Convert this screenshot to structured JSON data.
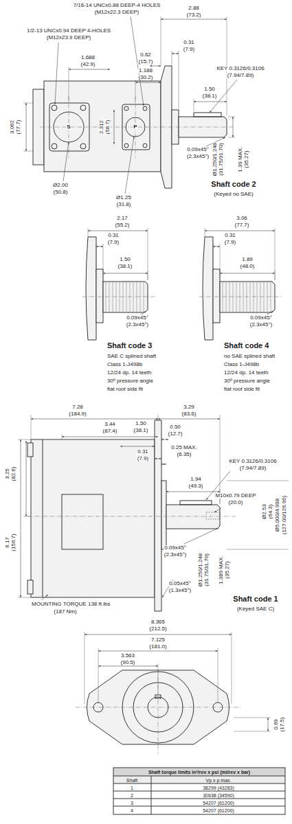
{
  "diagram": {
    "labels": [
      "7/16-14 UNCx0.88 DEEP-4 HOLES",
      "(M12x22.3 DEEP)",
      "1/2-13 UNCx0.94 DEEP 4-HOLES",
      "(M12x23.9 DEEP)",
      "1.688",
      "(42.9)",
      "0.62",
      "(15.7)",
      "1.188",
      "(30.2)",
      "2.88",
      "(73.2)",
      "0.31",
      "(7.9)",
      "KEY 0.3126/0.3106",
      "(7.94/7.89)",
      "1.50",
      "(38.1)",
      "3.062",
      "(77.7)",
      "2.312",
      "(58.7)",
      "S",
      "P",
      "0.09x45°",
      "(2.3x45°)",
      "Ø1.250/1.248",
      "(31.75/31.70)",
      "1.39 MAX.",
      "(35.27)",
      "Ø2.00",
      "(50.8)",
      "Ø1.25",
      "(31.8)",
      "Shaft code 2",
      "(Keyed no SAE)",
      "2.17",
      "(55.2)",
      "0.31",
      "(7.9)",
      "1.50",
      "(38.1)",
      "0.09x45°",
      "(2.3x45°)",
      "Shaft code 3",
      "SAE C splined shaft",
      "Class 1-J498b",
      "12/24 dp. 14 teeth",
      "30º pressure angle",
      "flat root side fit",
      "3.06",
      "(77.7)",
      "0.31",
      "(7.9)",
      "1.89",
      "(48.0)",
      "0.09x45°",
      "(2.3x45°)",
      "Shaft code 4",
      "no SAE splined shaft",
      "Class 1-J498b",
      "12/24 dp. 14 teeth",
      "30º pressure angle",
      "flat root side fit",
      "7.28",
      "(184.9)",
      "3.29",
      "(83.6)",
      "3.44",
      "(87.4)",
      "1.50",
      "(38.1)",
      "0.50",
      "(12.7)",
      "0.31",
      "(7.9)",
      "0.25 MAX.",
      "(6.35)",
      "KEY 0.3126/0.3106",
      "(7.94/7.89)",
      "1.94",
      "(49.3)",
      "M10x0.79 DEEP",
      "(20.0)",
      "3.25",
      "(82.6)",
      "6.17",
      "(156.7)",
      "Ø2.53",
      "(64.3)",
      "Ø5.000/4.998",
      "(127.00/126.95)",
      "0.09x45°",
      "(2.3x45°)",
      "Ø1.250/1.248",
      "(31.75/31.70)",
      "1.389 MAX.",
      "(35.27)",
      "0.05x45°",
      "(1.3x45°)",
      "MOUNTING TORQUE 138 ft.lbs",
      "(187 Nm)",
      "Shaft code 1",
      "(Keyed SAE C)",
      "8.365",
      "(212.5)",
      "7.125",
      "(181.0)",
      "3.563",
      "(90.5)",
      "0.69",
      "(17.5)",
      "Shaft torque limits in³/rev x psi (ml/rev x bar)",
      "Shaft",
      "Vp x p max.",
      "1",
      "38299 (43283)",
      "2",
      "30638 (34590)",
      "3",
      "54207 (61200)",
      "4",
      "54207 (61200)"
    ]
  }
}
